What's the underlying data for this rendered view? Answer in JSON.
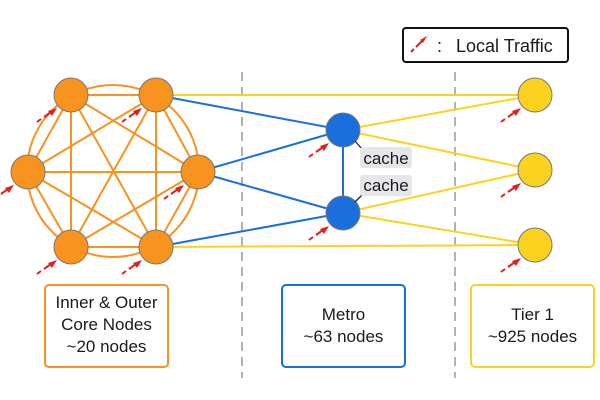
{
  "legend": {
    "separator": ":",
    "label": "Local Traffic",
    "icon": "red-dashed-arrow-icon"
  },
  "colors": {
    "core": "#f7931e",
    "metro": "#1a6fdc",
    "tier1": "#fdd21f",
    "local_traffic": "#e02020",
    "divider": "#999999",
    "cache_bg": "#e4e6ea"
  },
  "tiers": {
    "core": {
      "lines": [
        "Inner & Outer",
        "Core Nodes",
        "~20 nodes"
      ],
      "node_count_shown": 6
    },
    "metro": {
      "lines": [
        "Metro",
        "~63 nodes"
      ],
      "node_count_shown": 2
    },
    "tier1": {
      "lines": [
        "Tier 1",
        "~925 nodes"
      ],
      "node_count_shown": 3
    }
  },
  "cache_labels": [
    "cache",
    "cache"
  ],
  "edges": {
    "core_mesh": "full mesh among 6 core nodes plus ring",
    "core_to_metro": [
      [
        "core-top-right",
        "metro-top"
      ],
      [
        "core-right",
        "metro-top"
      ],
      [
        "core-right",
        "metro-bottom"
      ],
      [
        "core-bottom-right",
        "metro-bottom"
      ]
    ],
    "core_to_tier1": [
      [
        "core-top-right",
        "tier1-top"
      ],
      [
        "core-bottom-right",
        "tier1-bottom"
      ]
    ],
    "metro_to_metro": [
      [
        "metro-top",
        "metro-bottom"
      ]
    ],
    "metro_to_tier1": [
      [
        "metro-top",
        "tier1-top"
      ],
      [
        "metro-top",
        "tier1-middle"
      ],
      [
        "metro-bottom",
        "tier1-middle"
      ],
      [
        "metro-bottom",
        "tier1-bottom"
      ]
    ]
  }
}
